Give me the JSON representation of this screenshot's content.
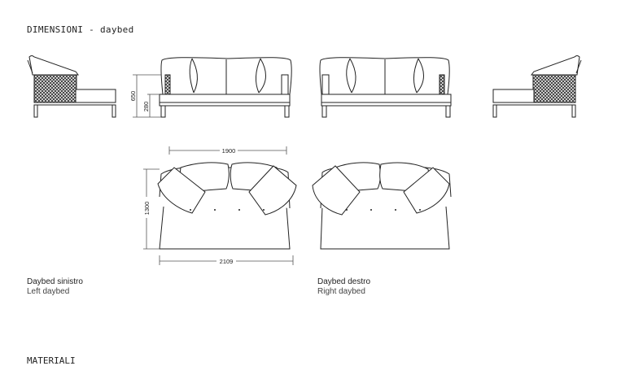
{
  "header": {
    "title": "DIMENSIONI - daybed"
  },
  "dimensions": {
    "width": "1900",
    "length": "2109",
    "depth": "1300",
    "height": "650",
    "seat_height": "280"
  },
  "captions": {
    "left": {
      "it": "Daybed sinistro",
      "en": "Left daybed"
    },
    "right": {
      "it": "Daybed destro",
      "en": "Right daybed"
    }
  },
  "next_section": {
    "title": "MATERIALI"
  },
  "colors": {
    "line": "#222222",
    "weave": "#3a3a3a",
    "dim_line": "#555555"
  }
}
